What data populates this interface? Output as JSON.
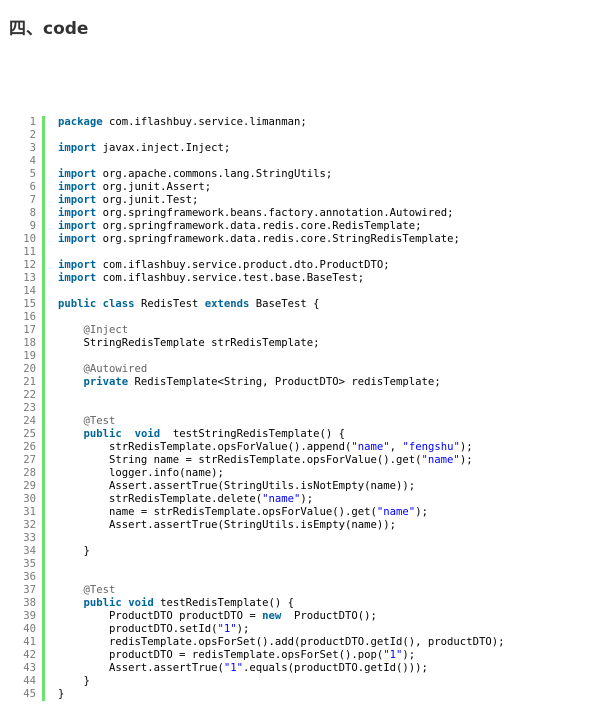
{
  "heading": "四、code",
  "code_lines": [
    [
      {
        "t": "package",
        "c": "kw"
      },
      {
        "t": " com.iflashbuy.service.limanman;"
      }
    ],
    [],
    [
      {
        "t": "import",
        "c": "kw"
      },
      {
        "t": " javax.inject.Inject;"
      }
    ],
    [],
    [
      {
        "t": "import",
        "c": "kw"
      },
      {
        "t": " org.apache.commons.lang.StringUtils;"
      }
    ],
    [
      {
        "t": "import",
        "c": "kw"
      },
      {
        "t": " org.junit.Assert;"
      }
    ],
    [
      {
        "t": "import",
        "c": "kw"
      },
      {
        "t": " org.junit.Test;"
      }
    ],
    [
      {
        "t": "import",
        "c": "kw"
      },
      {
        "t": " org.springframework.beans.factory.annotation.Autowired;"
      }
    ],
    [
      {
        "t": "import",
        "c": "kw"
      },
      {
        "t": " org.springframework.data.redis.core.RedisTemplate;"
      }
    ],
    [
      {
        "t": "import",
        "c": "kw"
      },
      {
        "t": " org.springframework.data.redis.core.StringRedisTemplate;"
      }
    ],
    [],
    [
      {
        "t": "import",
        "c": "kw"
      },
      {
        "t": " com.iflashbuy.service.product.dto.ProductDTO;"
      }
    ],
    [
      {
        "t": "import",
        "c": "kw"
      },
      {
        "t": " com.iflashbuy.service.test.base.BaseTest;"
      }
    ],
    [],
    [
      {
        "t": "public",
        "c": "kw"
      },
      {
        "t": " "
      },
      {
        "t": "class",
        "c": "kw"
      },
      {
        "t": " RedisTest "
      },
      {
        "t": "extends",
        "c": "kw"
      },
      {
        "t": " BaseTest {"
      }
    ],
    [],
    [
      {
        "t": "    "
      },
      {
        "t": "@Inject",
        "c": "ann"
      }
    ],
    [
      {
        "t": "    StringRedisTemplate strRedisTemplate;"
      }
    ],
    [],
    [
      {
        "t": "    "
      },
      {
        "t": "@Autowired",
        "c": "ann"
      }
    ],
    [
      {
        "t": "    "
      },
      {
        "t": "private",
        "c": "kw"
      },
      {
        "t": " RedisTemplate<String, ProductDTO> redisTemplate;"
      }
    ],
    [],
    [],
    [
      {
        "t": "    "
      },
      {
        "t": "@Test",
        "c": "ann"
      }
    ],
    [
      {
        "t": "    "
      },
      {
        "t": "public",
        "c": "kw"
      },
      {
        "t": "  "
      },
      {
        "t": "void",
        "c": "kw"
      },
      {
        "t": "  testStringRedisTemplate() {"
      }
    ],
    [
      {
        "t": "        strRedisTemplate.opsForValue().append("
      },
      {
        "t": "\"name\"",
        "c": "str"
      },
      {
        "t": ", "
      },
      {
        "t": "\"fengshu\"",
        "c": "str"
      },
      {
        "t": ");"
      }
    ],
    [
      {
        "t": "        String name = strRedisTemplate.opsForValue().get("
      },
      {
        "t": "\"name\"",
        "c": "str"
      },
      {
        "t": ");"
      }
    ],
    [
      {
        "t": "        logger.info(name);"
      }
    ],
    [
      {
        "t": "        Assert.assertTrue(StringUtils.isNotEmpty(name));"
      }
    ],
    [
      {
        "t": "        strRedisTemplate.delete("
      },
      {
        "t": "\"name\"",
        "c": "str"
      },
      {
        "t": ");"
      }
    ],
    [
      {
        "t": "        name = strRedisTemplate.opsForValue().get("
      },
      {
        "t": "\"name\"",
        "c": "str"
      },
      {
        "t": ");"
      }
    ],
    [
      {
        "t": "        Assert.assertTrue(StringUtils.isEmpty(name));"
      }
    ],
    [],
    [
      {
        "t": "    }"
      }
    ],
    [],
    [],
    [
      {
        "t": "    "
      },
      {
        "t": "@Test",
        "c": "ann"
      }
    ],
    [
      {
        "t": "    "
      },
      {
        "t": "public",
        "c": "kw"
      },
      {
        "t": " "
      },
      {
        "t": "void",
        "c": "kw"
      },
      {
        "t": " testRedisTemplate() {"
      }
    ],
    [
      {
        "t": "        ProductDTO productDTO = "
      },
      {
        "t": "new",
        "c": "kw"
      },
      {
        "t": "  ProductDTO();"
      }
    ],
    [
      {
        "t": "        productDTO.setId("
      },
      {
        "t": "\"1\"",
        "c": "str"
      },
      {
        "t": ");"
      }
    ],
    [
      {
        "t": "        redisTemplate.opsForSet().add(productDTO.getId(), productDTO);"
      }
    ],
    [
      {
        "t": "        productDTO = redisTemplate.opsForSet().pop("
      },
      {
        "t": "\"1\"",
        "c": "str"
      },
      {
        "t": ");"
      }
    ],
    [
      {
        "t": "        Assert.assertTrue("
      },
      {
        "t": "\"1\"",
        "c": "str"
      },
      {
        "t": ".equals(productDTO.getId()));"
      }
    ],
    [
      {
        "t": "    }"
      }
    ],
    [
      {
        "t": "}"
      }
    ]
  ]
}
